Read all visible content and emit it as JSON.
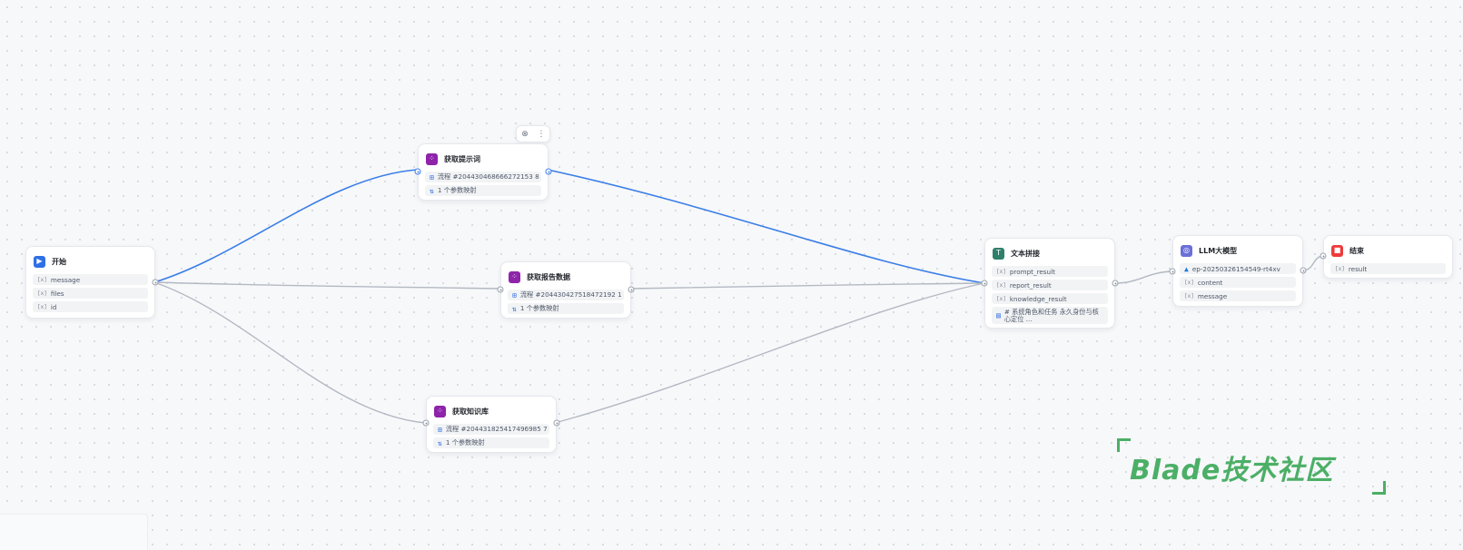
{
  "colors": {
    "active_edge": "#3a7ee8",
    "inactive_edge": "#b3b9c2",
    "start_icon": "#2f6fe6",
    "subflow_icon": "#8e24aa",
    "text_join_icon": "#2f7f6a",
    "llm_icon": "#6b6fd8",
    "end_icon": "#ee3b3b",
    "watermark": "#4caf66"
  },
  "nodes": {
    "start": {
      "icon": "play-circle-icon",
      "title": "开始",
      "vars": [
        "message",
        "files",
        "id"
      ]
    },
    "get_prompt": {
      "icon": "subflow-icon",
      "title": "获取提示词",
      "flow": "流程 #204430468666272153 8",
      "mapping": "1 个参数映射"
    },
    "get_report": {
      "icon": "subflow-icon",
      "title": "获取报告数据",
      "flow": "流程 #204430427518472192 1",
      "mapping": "1 个参数映射"
    },
    "get_knowledge": {
      "icon": "subflow-icon",
      "title": "获取知识库",
      "flow": "流程 #204431825417496985 7",
      "mapping": "1 个参数映射"
    },
    "text_join": {
      "icon": "text-icon",
      "title": "文本拼接",
      "vars": [
        "prompt_result",
        "report_result",
        "knowledge_result"
      ],
      "template": "# 系统角色和任务 永久身份与核心定位 ..."
    },
    "llm": {
      "icon": "llm-icon",
      "title": "LLM大模型",
      "model": "ep-20250326154549-rt4xv",
      "vars": [
        "content",
        "message"
      ]
    },
    "end": {
      "icon": "stop-icon",
      "title": "结束",
      "vars": [
        "result"
      ]
    }
  },
  "toolbar": {
    "icons": [
      "close-circle-icon",
      "more-vertical-icon"
    ]
  },
  "watermark": {
    "text": "Blade技术社区"
  }
}
